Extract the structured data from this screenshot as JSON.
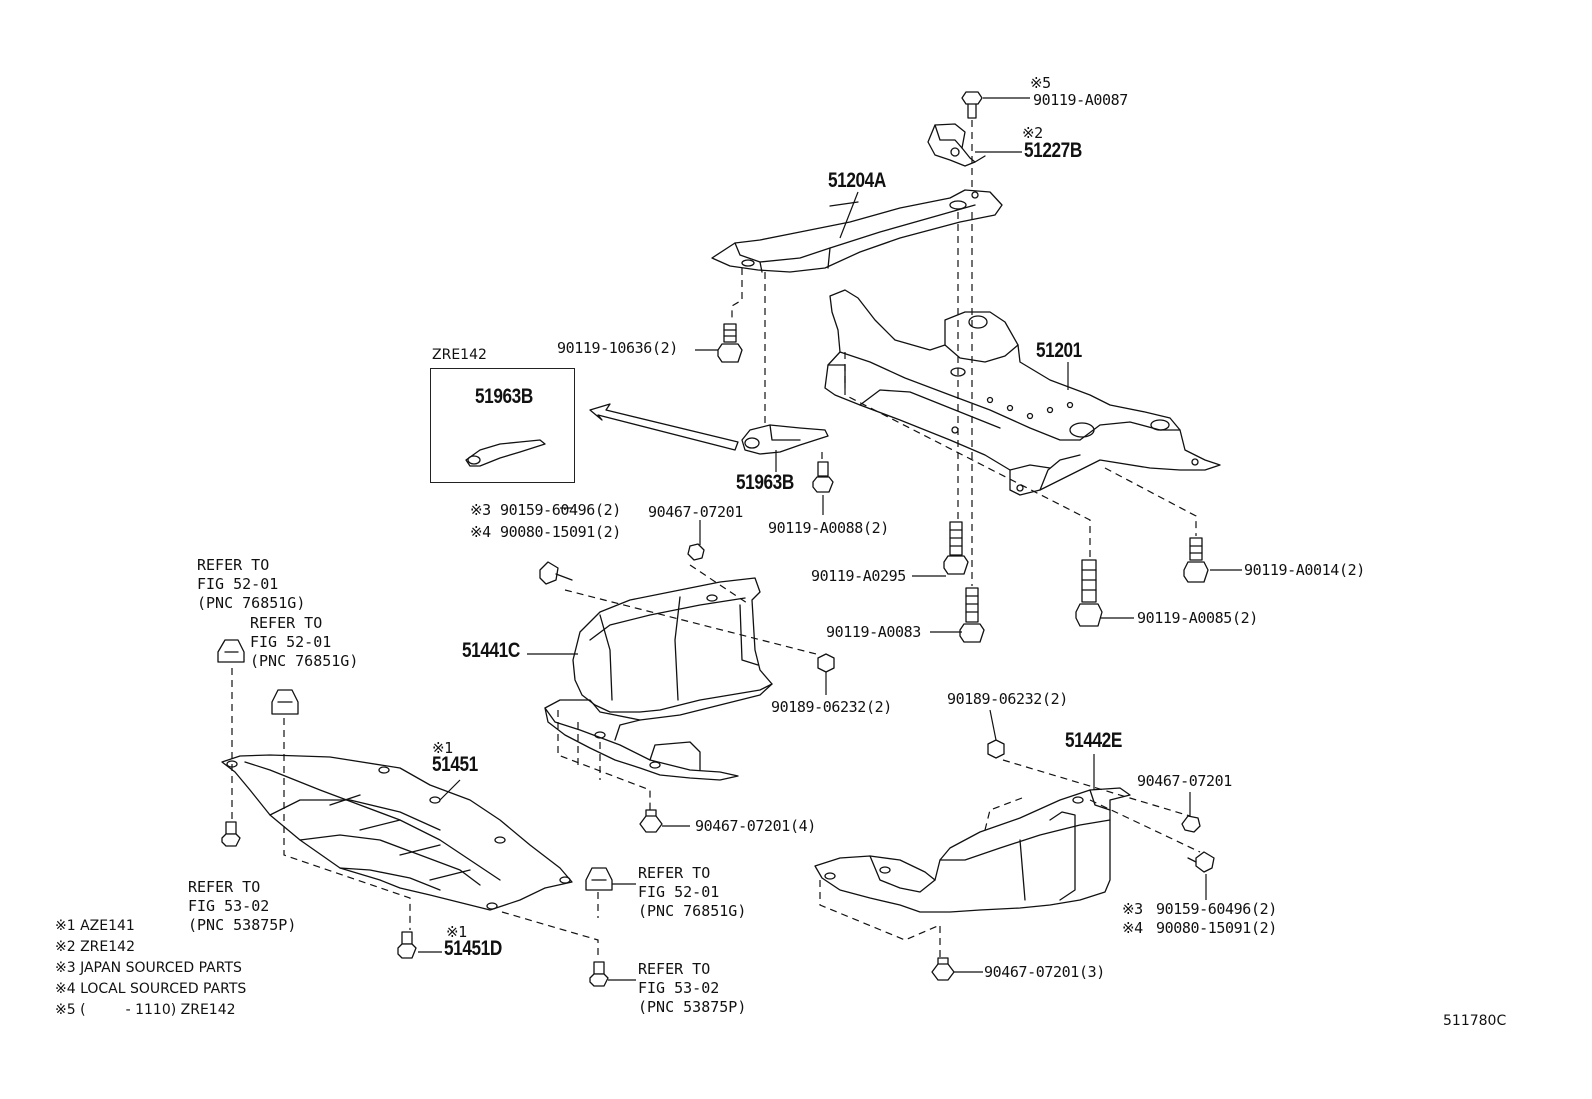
{
  "diagram": {
    "code": "511780C",
    "zre_box_title": "ZRE142",
    "zre_box_part": "51963B",
    "parts": {
      "p90119_A0087": {
        "mark": "※5",
        "num": "90119-A0087"
      },
      "p51227B": {
        "mark": "※2",
        "num": "51227B"
      },
      "p51204A": {
        "num": "51204A"
      },
      "p51201": {
        "num": "51201"
      },
      "p90119_10636": {
        "num": "90119-10636(2)"
      },
      "p51963B": {
        "num": "51963B"
      },
      "p90119_A0088": {
        "num": "90119-A0088(2)"
      },
      "p90159_60496_a": {
        "mark": "※3",
        "num": "90159-60496(2)"
      },
      "p90080_15091_a": {
        "mark": "※4",
        "num": "90080-15091(2)"
      },
      "p90467_07201_a": {
        "num": "90467-07201"
      },
      "p90119_A0295": {
        "num": "90119-A0295"
      },
      "p90119_A0014": {
        "num": "90119-A0014(2)"
      },
      "p90119_A0083": {
        "num": "90119-A0083"
      },
      "p90119_A0085": {
        "num": "90119-A0085(2)"
      },
      "p51441C": {
        "num": "51441C"
      },
      "p90189_06232_a": {
        "num": "90189-06232(2)"
      },
      "p90189_06232_b": {
        "num": "90189-06232(2)"
      },
      "p51442E": {
        "num": "51442E"
      },
      "p90467_07201_b": {
        "num": "90467-07201"
      },
      "p51451": {
        "mark": "※1",
        "num": "51451"
      },
      "p90467_07201_4": {
        "num": "90467-07201(4)"
      },
      "p90159_60496_b": {
        "mark": "※3",
        "num": "90159-60496(2)"
      },
      "p90080_15091_b": {
        "mark": "※4",
        "num": "90080-15091(2)"
      },
      "p51451D": {
        "mark": "※1",
        "num": "51451D"
      },
      "p90467_07201_3": {
        "num": "90467-07201(3)"
      }
    },
    "refers": {
      "r1": "REFER TO\nFIG 52-01\n(PNC 76851G)",
      "r2": "REFER TO\nFIG 52-01\n(PNC 76851G)",
      "r3": "REFER TO\nFIG 53-02\n(PNC 53875P)",
      "r4": "REFER TO\nFIG 52-01\n(PNC 76851G)",
      "r5": "REFER TO\nFIG 53-02\n(PNC 53875P)"
    },
    "notes": [
      "※1 AZE141",
      "※2 ZRE142",
      "※3 JAPAN SOURCED PARTS",
      "※4 LOCAL SOURCED PARTS",
      "※5 (         - 1110) ZRE142"
    ]
  }
}
